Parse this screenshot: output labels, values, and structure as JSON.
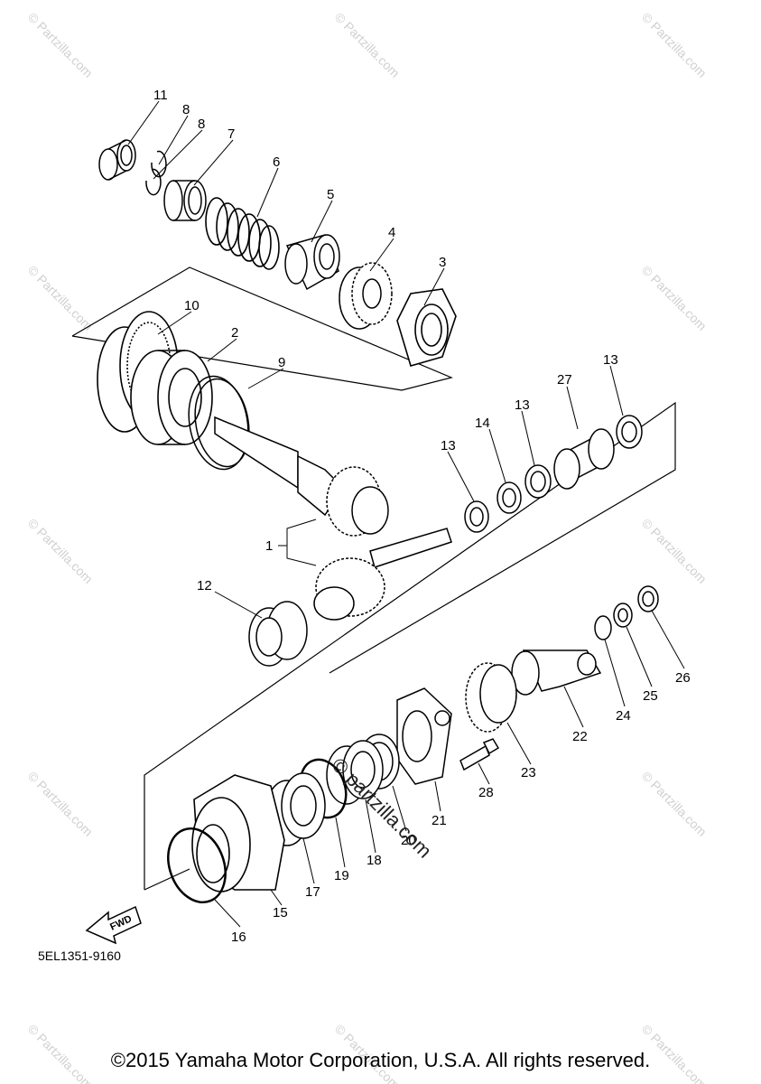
{
  "diagram": {
    "callouts": [
      "11",
      "8",
      "8",
      "7",
      "6",
      "5",
      "4",
      "3",
      "10",
      "2",
      "9",
      "13",
      "27",
      "13",
      "14",
      "13",
      "1",
      "12",
      "26",
      "25",
      "24",
      "22",
      "23",
      "28",
      "21",
      "20",
      "18",
      "19",
      "17",
      "15",
      "16"
    ],
    "direction_label": "FWD",
    "part_code": "5EL1351-9160",
    "copyright": "©2015 Yamaha Motor Corporation, U.S.A. All rights reserved.",
    "watermark": "© Partzilla.com",
    "watermark_center": "© partzilla.com"
  }
}
